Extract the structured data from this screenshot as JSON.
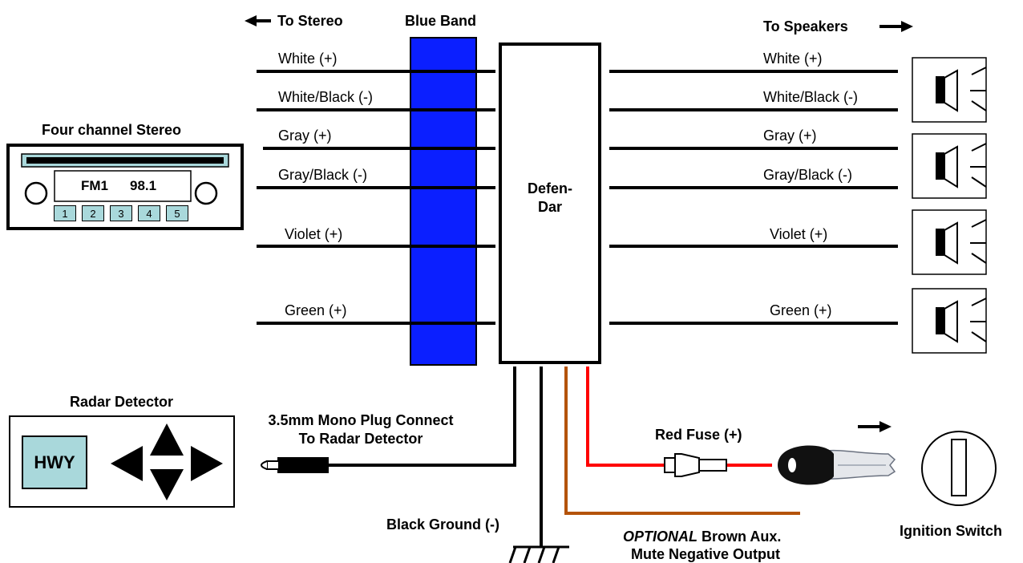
{
  "header": {
    "to_stereo": "To Stereo",
    "blue_band": "Blue Band",
    "to_speakers": "To Speakers"
  },
  "module": {
    "label": "Defen-\nDar"
  },
  "wires_left": [
    "White (+)",
    "White/Black (-)",
    "Gray (+)",
    "Gray/Black (-)",
    "Violet (+)",
    "Green (+)"
  ],
  "wires_right": [
    "White (+)",
    "White/Black (-)",
    "Gray (+)",
    "Gray/Black (-)",
    "Violet (+)",
    "Green (+)"
  ],
  "stereo": {
    "title": "Four channel Stereo",
    "band": "FM1",
    "frequency": "98.1",
    "presets": [
      "1",
      "2",
      "3",
      "4",
      "5"
    ]
  },
  "radar": {
    "title": "Radar Detector",
    "display": "HWY",
    "plug_label_1": "3.5mm Mono Plug Connect",
    "plug_label_2": "To Radar Detector"
  },
  "bottom": {
    "ground_label": "Black Ground (-)",
    "fuse_label": "Red Fuse (+)",
    "optional_italic": "OPTIONAL",
    "brown_label_1": " Brown Aux.",
    "brown_label_2": "Mute Negative Output",
    "ignition_label": "Ignition Switch"
  },
  "colors": {
    "blue_band": "#0b1fff",
    "red_wire": "#ff0000",
    "brown_wire": "#b45309",
    "display_fill": "#a9d8db"
  }
}
